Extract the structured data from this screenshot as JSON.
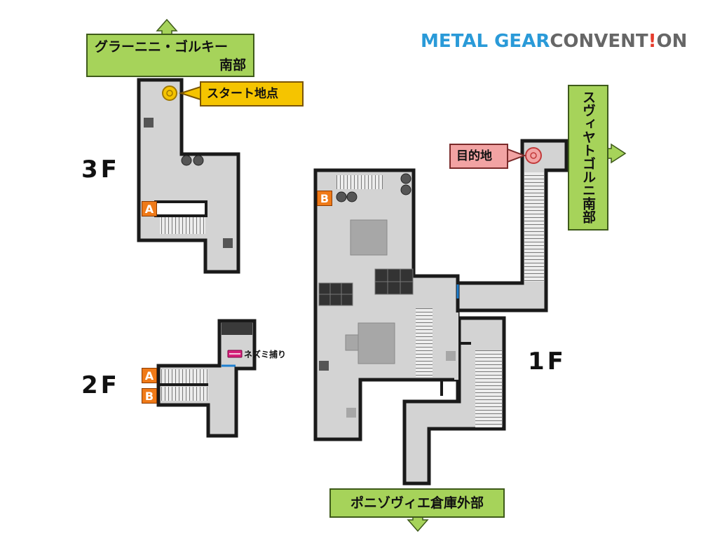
{
  "logo": {
    "part1": "METAL GEAR",
    "part2": "CONVENT",
    "bang": "!",
    "part3": "ON"
  },
  "floors": {
    "f3": "3F",
    "f2": "2F",
    "f1": "1F"
  },
  "signs": {
    "north": {
      "line1": "グラーニニ・ゴルキー",
      "line2": "南部"
    },
    "east": "スヴィヤトゴルニ南部",
    "south": "ポニゾヴィエ倉庫外部"
  },
  "callouts": {
    "start": "スタート地点",
    "goal": "目的地"
  },
  "markers": {
    "a": "A",
    "b": "B"
  },
  "items": {
    "rat_trap": "ネズミ捕り"
  },
  "colors": {
    "wall": "#1a1a1a",
    "floor": "#d3d3d3",
    "sign_green": "#a6d35a",
    "start_yellow": "#f5c400",
    "goal_pink": "#f2a3a3",
    "marker_orange": "#ef7a18",
    "door_blue": "#1e7fd0",
    "item_magenta": "#d6207a"
  }
}
